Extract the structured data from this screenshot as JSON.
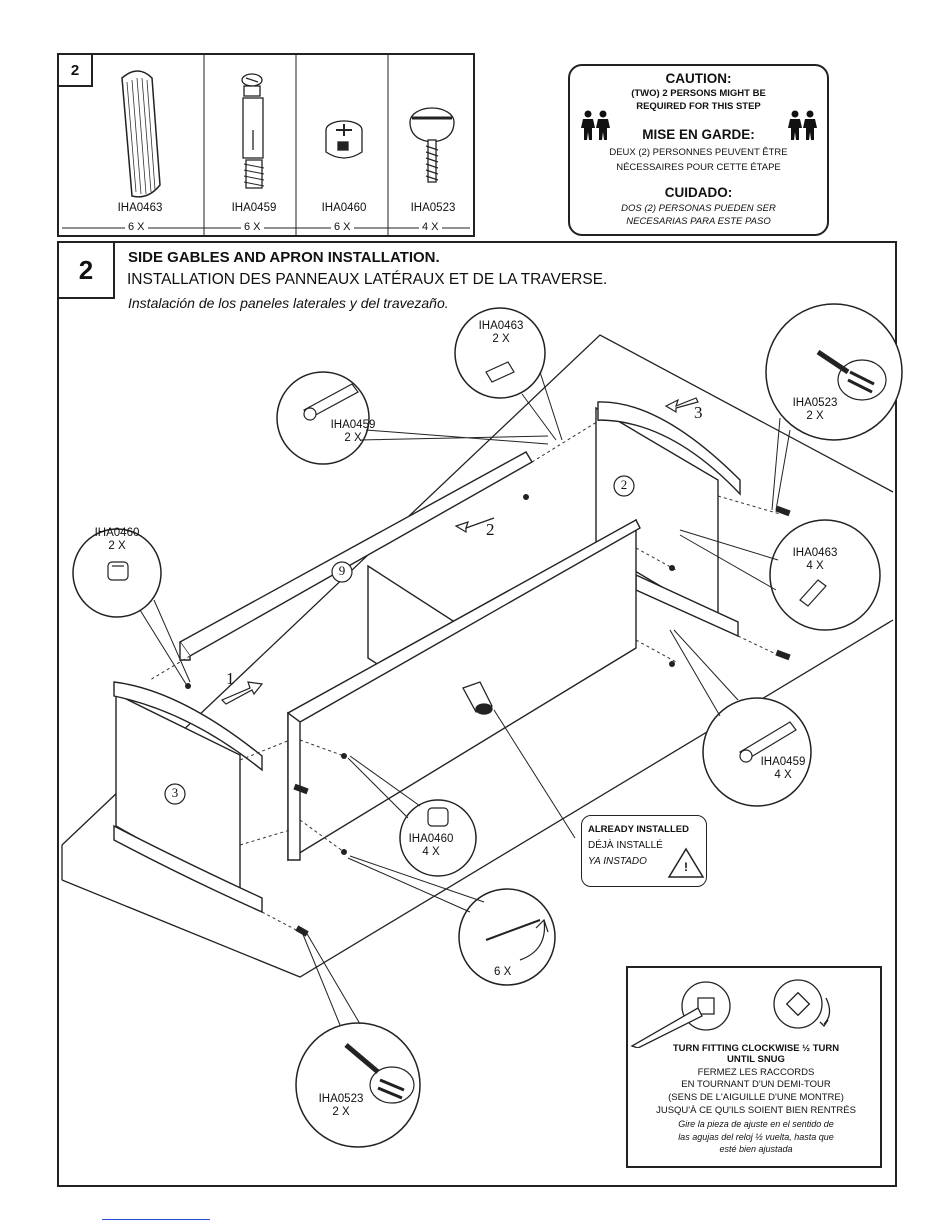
{
  "parts_panel": {
    "step_number": "2",
    "parts": [
      {
        "code": "IHA0463",
        "qty": "6 X"
      },
      {
        "code": "IHA0459",
        "qty": "6 X"
      },
      {
        "code": "IHA0460",
        "qty": "6 X"
      },
      {
        "code": "IHA0523",
        "qty": "4 X"
      }
    ]
  },
  "caution": {
    "en_title": "CAUTION:",
    "en_line1": "(TWO) 2 PERSONS MIGHT BE",
    "en_line2": "REQUIRED FOR THIS STEP",
    "fr_title": "MISE EN GARDE:",
    "fr_line1": "DEUX (2) PERSONNES PEUVENT  ÊTRE",
    "fr_line2": "NÉCESSAIRES POUR CETTE ÉTAPE",
    "es_title": "CUIDADO:",
    "es_line1": "DOS (2) PERSONAS PUEDEN SER",
    "es_line2": "NECESARIAS PARA ESTE PASO"
  },
  "step": {
    "number": "2",
    "title_en": "SIDE GABLES AND APRON  INSTALLATION.",
    "title_fr": "INSTALLATION DES PANNEAUX LATÉRAUX ET DE LA TRAVERSE.",
    "title_es": "Instalación de los paneles laterales y del travezaño."
  },
  "callouts": {
    "dowel_top": {
      "code": "IHA0463",
      "qty": "2 X"
    },
    "cam_bolt_top": {
      "code": "IHA0459",
      "qty": "2 X"
    },
    "screw_top_right": {
      "code": "IHA0523",
      "qty": "2 X"
    },
    "dowel_right": {
      "code": "IHA0463",
      "qty": "4 X"
    },
    "cam_lock_left": {
      "code": "IHA0460",
      "qty": "2 X"
    },
    "cam_bolt_right": {
      "code": "IHA0459",
      "qty": "4 X"
    },
    "cam_lock_center": {
      "code": "IHA0460",
      "qty": "4 X"
    },
    "screwdriver_qty": "6 X",
    "screw_bottom": {
      "code": "IHA0523",
      "qty": "2 X"
    }
  },
  "panel_labels": {
    "gable_right": "2",
    "gable_left": "3",
    "apron": "9",
    "arrow_1": "1",
    "arrow_2": "2",
    "arrow_3": "3"
  },
  "already_installed": {
    "en": "ALREADY INSTALLED",
    "fr": "DÉJÀ INSTALLÉ",
    "es": "YA INSTADO",
    "icon_glyph": "!"
  },
  "tip": {
    "line1": "TURN FITTING CLOCKWISE ½ TURN",
    "line2": "UNTIL SNUG",
    "line3": "FERMEZ LES RACCORDS",
    "line4": "EN TOURNANT D'UN DEMI-TOUR",
    "line5": "(SENS DE L'AIGUILLE D'UNE MONTRE)",
    "line6": "JUSQU'À CE QU'ILS SOIENT BIEN RENTRÉS",
    "line7": "Gire la pieza de ajuste en el sentido de",
    "line8": "las agujas del reloj ½ vuelta, hasta que",
    "line9": "esté bien ajustada"
  }
}
